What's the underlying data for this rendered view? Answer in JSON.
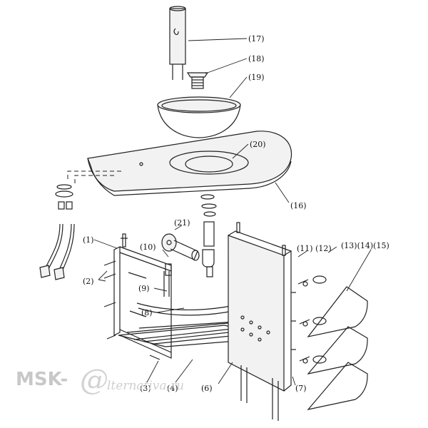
{
  "callouts": {
    "c1": "(1)",
    "c2": "(2)",
    "c3": "(3)",
    "c4": "(4)",
    "c6": "(6)",
    "c7": "(7)",
    "c8": "(8)",
    "c9": "(9)",
    "c10": "(10)",
    "c11_12": "(11) (12)",
    "c13_15": "(13)(14)(15)",
    "c16": "(16)",
    "c17": "(17)",
    "c18": "(18)",
    "c19": "(19)",
    "c20": "(20)",
    "c21": "(21)"
  },
  "watermark": {
    "brand": "MSK-",
    "at": "@",
    "domain": "lternativa.ru"
  }
}
